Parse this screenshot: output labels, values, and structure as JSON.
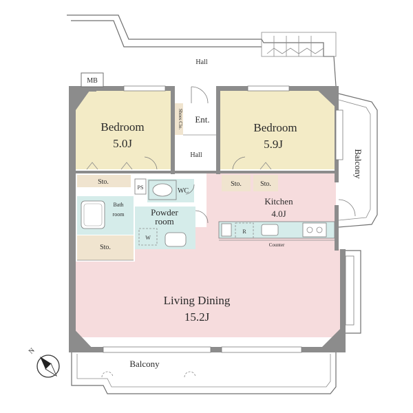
{
  "plan": {
    "rooms": {
      "bedroom_left": {
        "name": "Bedroom",
        "size": "5.0J"
      },
      "bedroom_right": {
        "name": "Bedroom",
        "size": "5.9J"
      },
      "kitchen": {
        "name": "Kitchen",
        "size": "4.0J"
      },
      "living": {
        "name": "Living Dining",
        "size": "15.2J"
      },
      "powder": {
        "line1": "Powder",
        "line2": "room"
      },
      "bath": {
        "line1": "Bath",
        "line2": "room"
      }
    },
    "labels": {
      "hall_top": "Hall",
      "hall_inner": "Hall",
      "entrance": "Ent.",
      "mb": "MB",
      "shoes_closet": "Shoes Clo.",
      "storage": "Sto.",
      "ps": "PS",
      "wc": "WC",
      "w": "W",
      "r": "R",
      "counter": "Counter",
      "balcony_bottom": "Balcony",
      "balcony_right": "Balcony",
      "north": "N"
    },
    "colors": {
      "bedroom": "#f3ebc6",
      "kitchen_living": "#f6dcdd",
      "wet_area": "#d5ecea",
      "storage": "#f0e4cf",
      "wall": "#8c8c8c"
    }
  }
}
